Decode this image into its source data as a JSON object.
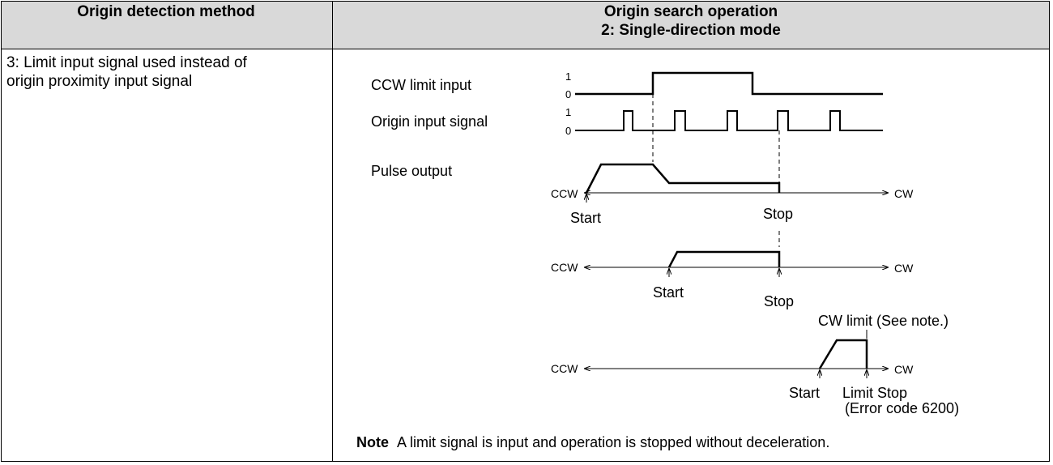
{
  "header": {
    "col1": "Origin detection method",
    "col2_line1": "Origin search operation",
    "col2_line2": "2: Single-direction mode"
  },
  "row": {
    "method_line1": "3: Limit input signal used instead of",
    "method_line2": "origin proximity input signal"
  },
  "diagram": {
    "ccw_limit_label": "CCW limit input",
    "origin_signal_label": "Origin input signal",
    "pulse_output_label": "Pulse output",
    "level_high": "1",
    "level_low": "0",
    "ccw": "CCW",
    "cw": "CW",
    "start": "Start",
    "stop": "Stop",
    "cw_limit_label": "CW limit (See note.)",
    "limit_stop": "Limit Stop",
    "error_code": "(Error code 6200)"
  },
  "note": {
    "heading": "Note",
    "text": "A limit signal is input and operation is stopped without deceleration."
  }
}
